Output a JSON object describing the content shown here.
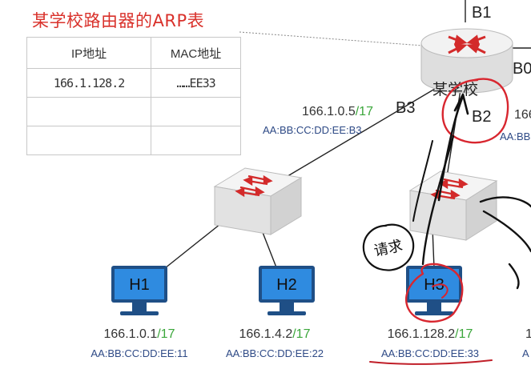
{
  "title": "某学校路由器的ARP表",
  "arp_table": {
    "headers": [
      "IP地址",
      "MAC地址"
    ],
    "rows": [
      {
        "ip": "166.1.128.2",
        "mac": "……EE33"
      },
      {
        "ip": "",
        "mac": ""
      },
      {
        "ip": "",
        "mac": ""
      }
    ]
  },
  "router": {
    "label": "某学校",
    "ports": {
      "b1": "B1",
      "b0": "B0",
      "b2": "B2",
      "b3": "B3"
    },
    "b3_ip": "166.1.0.5",
    "b3_mask": "/17",
    "b3_mac": "AA:BB:CC:DD:EE:B3",
    "right_ip_partial": "166",
    "right_mac_partial": "AA:BB"
  },
  "hosts": [
    {
      "name": "H1",
      "ip": "166.1.0.1",
      "mask": "/17",
      "mac": "AA:BB:CC:DD:EE:11"
    },
    {
      "name": "H2",
      "ip": "166.1.4.2",
      "mask": "/17",
      "mac": "AA:BB:CC:DD:EE:22"
    },
    {
      "name": "H3",
      "ip": "166.1.128.2",
      "mask": "/17",
      "mac": "AA:BB:CC:DD:EE:33"
    }
  ],
  "right_edge_partial": {
    "ip": "1",
    "mac": "A"
  },
  "annotation": {
    "bubble_text": "请求"
  },
  "colors": {
    "title": "#d9312b",
    "mask": "#3aa63a",
    "mac": "#2e4a86",
    "ink_red": "#d8262f",
    "host_blue": "#2f8be0",
    "device_gray": "#e6e6e6"
  }
}
